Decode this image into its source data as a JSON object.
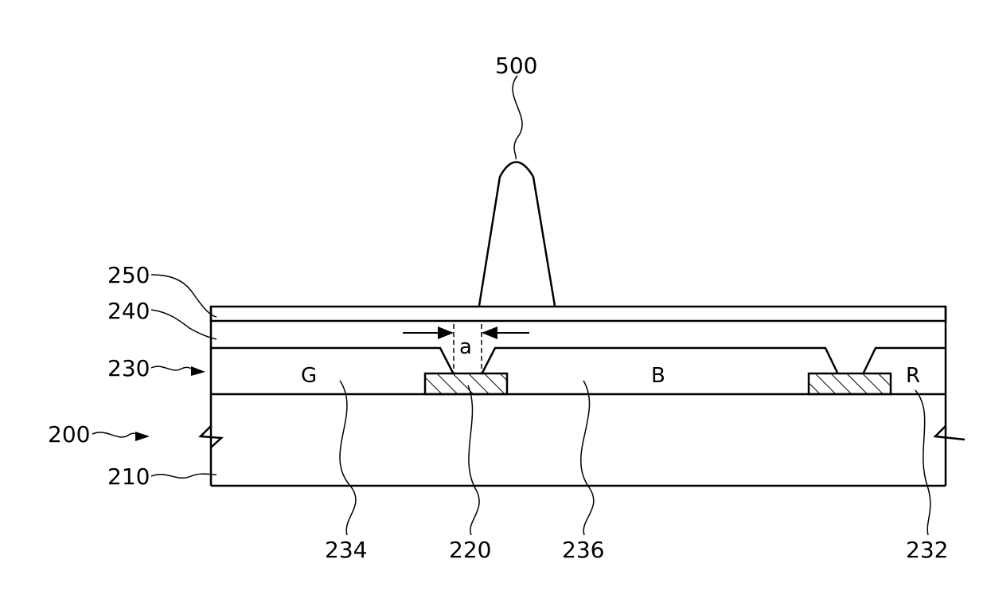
{
  "labels": {
    "stylus": "500",
    "layer_250": "250",
    "layer_240": "240",
    "layer_230": "230",
    "device_200": "200",
    "substrate_210": "210",
    "green_234": "234",
    "black_matrix_220": "220",
    "blue_236": "236",
    "red_232": "232"
  },
  "regions": {
    "green": "G",
    "blue": "B",
    "red": "R",
    "gap": "a"
  }
}
